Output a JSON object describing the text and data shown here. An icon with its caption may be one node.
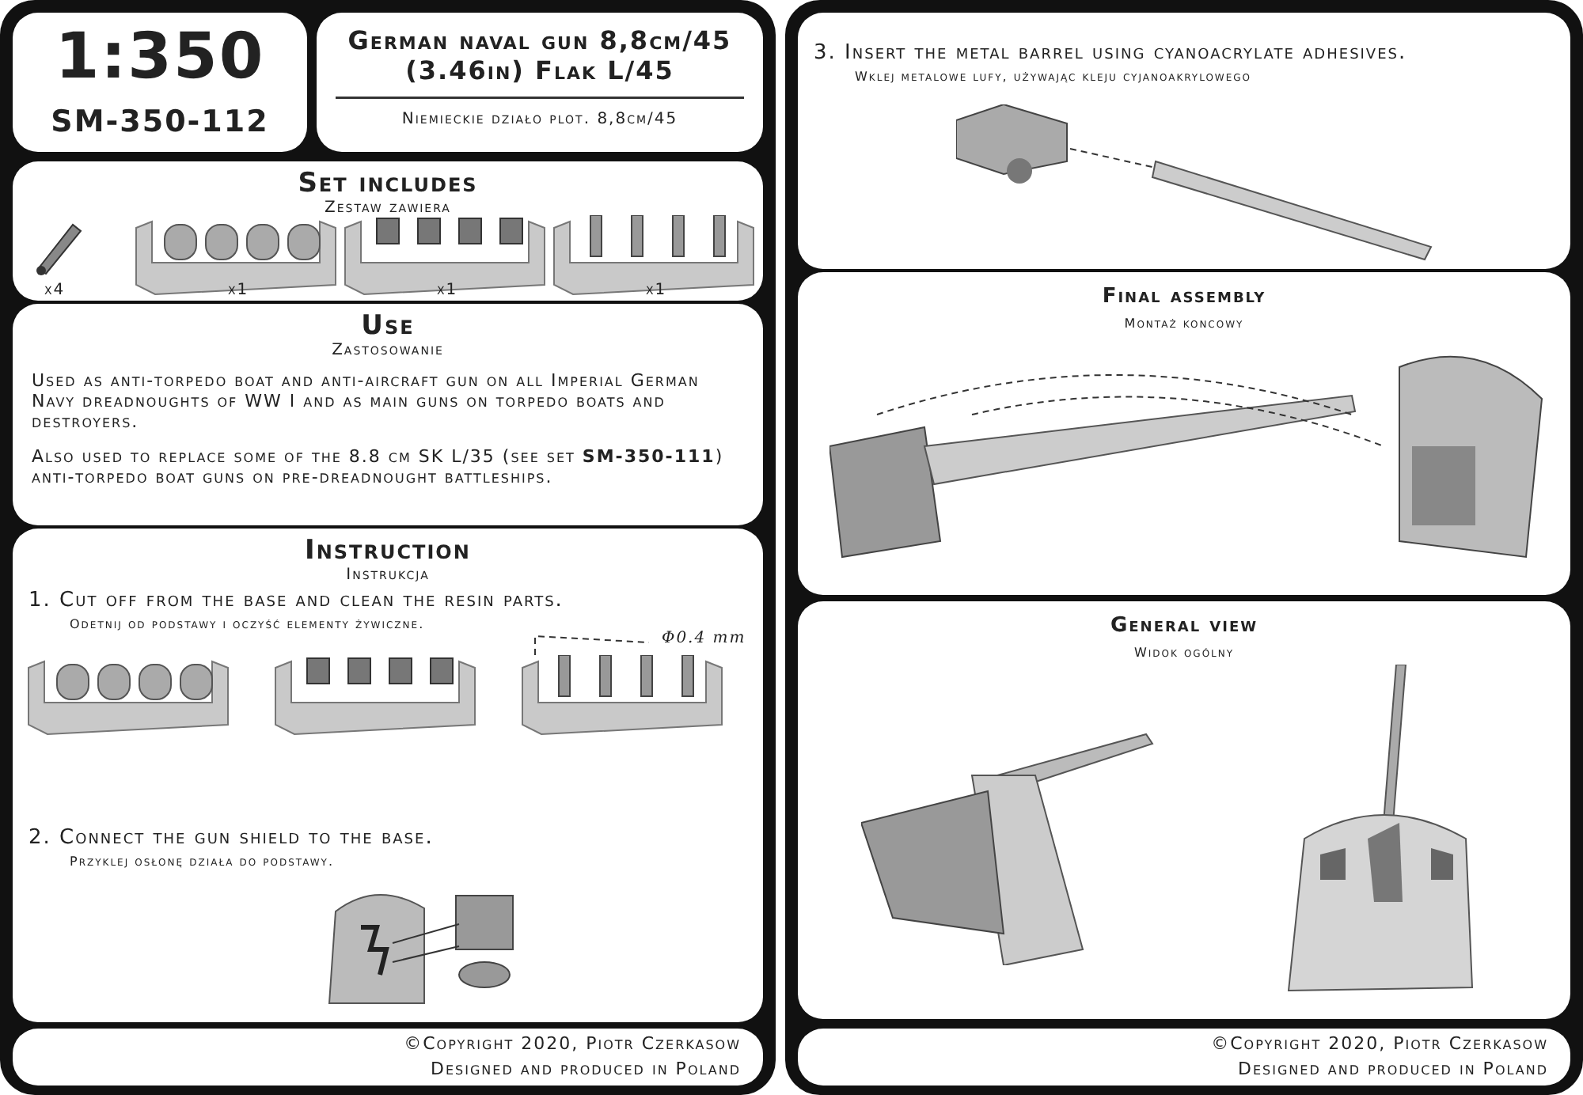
{
  "diagram": {
    "nodes": [
      {
        "text": [
          "1:350",
          "SM-350-112"
        ]
      },
      {
        "text": [
          "German naval gun 8,8cm/45 (3.46in) Flak L/45",
          "Niemieckie działo plot. 8,8cm/45"
        ]
      },
      {
        "text": [
          "Set includes",
          "Zestaw zawiera"
        ]
      },
      {
        "text": [
          "Use",
          "Zastosowanie",
          "Used as anti-torpedo boat and anti-aircraft gun on all Imperial German Navy dreadnoughts of WW I and as main guns on torpedo boats and destroyers.",
          "Also used to replace some of the 8.8 cm SK L/35 (see set **SM-350-111**) anti-torpedo boat guns on pre-dreadnought battleships."
        ]
      },
      {
        "text": [
          "Instruction",
          "Instrukcja",
          "1. Cut off from the base and clean the resin parts.",
          "Odetnij od podstawy i oczyść elementy żywiczne.",
          "2. Connect the gun shield to the base.",
          "Przyklej osłonę działa do podstawy."
        ]
      },
      {
        "text": [
          "©Copyright 2020, Piotr Czerkasow",
          "Designed and produced in Poland"
        ]
      },
      {
        "text": [
          "3. Insert the metal barrel using cyanoacrylate adhesives.",
          "Wklej metalowe lufy, używając kleju cyjanoakrylowego"
        ]
      },
      {
        "text": [
          "Final assembly",
          "Montaż koncowy"
        ]
      },
      {
        "text": [
          "General view",
          "Widok ogólny"
        ]
      },
      {
        "text": [
          "©Copyright 2020, Piotr Czerkasow",
          "Designed and produced in Poland"
        ]
      }
    ],
    "labels": [
      "x4",
      "x1",
      "x1",
      "x1",
      "Φ0.4 mm"
    ]
  }
}
